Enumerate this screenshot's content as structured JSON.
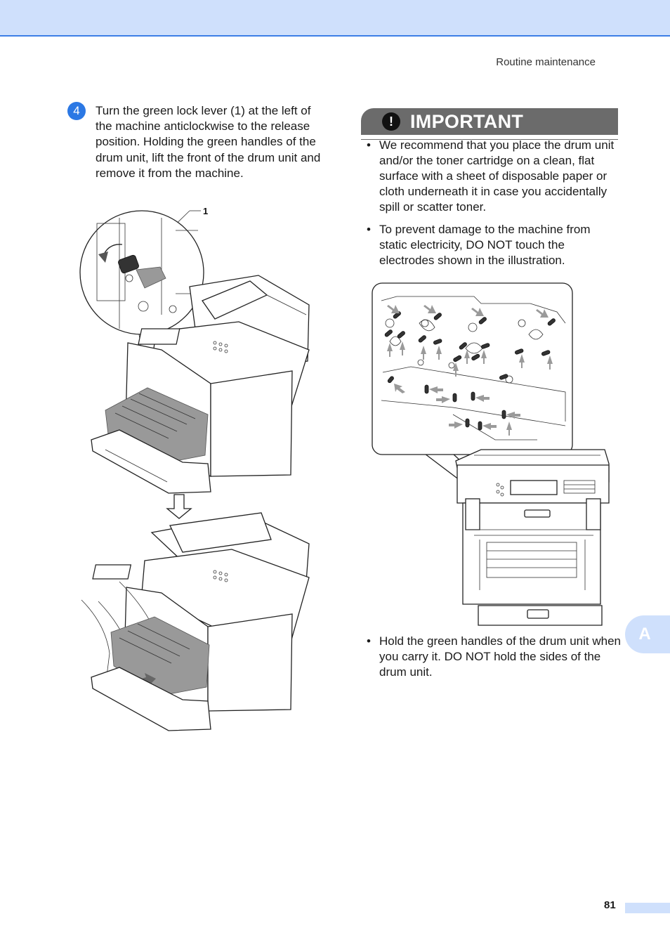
{
  "header": {
    "running_head": "Routine maintenance"
  },
  "step": {
    "number": "4",
    "text": "Turn the green lock lever (1) at the left of the machine anticlockwise to the release position. Holding the green handles of the drum unit, lift the front of the drum unit and remove it from the machine."
  },
  "figure_left": {
    "callout": "1"
  },
  "important": {
    "icon": "exclamation-icon",
    "title": "IMPORTANT",
    "bullets": [
      "We recommend that you place the drum unit and/or the toner cartridge on a clean, flat surface with a sheet of disposable paper or cloth underneath it in case you accidentally spill or scatter toner.",
      "To prevent damage to the machine from static electricity, DO NOT touch the electrodes shown in the illustration.",
      "Hold the green handles of the drum unit when you carry it. DO NOT hold the sides of the drum unit."
    ],
    "bullet_char": "•"
  },
  "side_tab": {
    "label": "A"
  },
  "footer": {
    "page_number": "81"
  },
  "colors": {
    "band": "#cfe0fc",
    "band_border": "#3d7ee6",
    "step_badge": "#2b78e4",
    "important_bar": "#6b6b6b"
  }
}
